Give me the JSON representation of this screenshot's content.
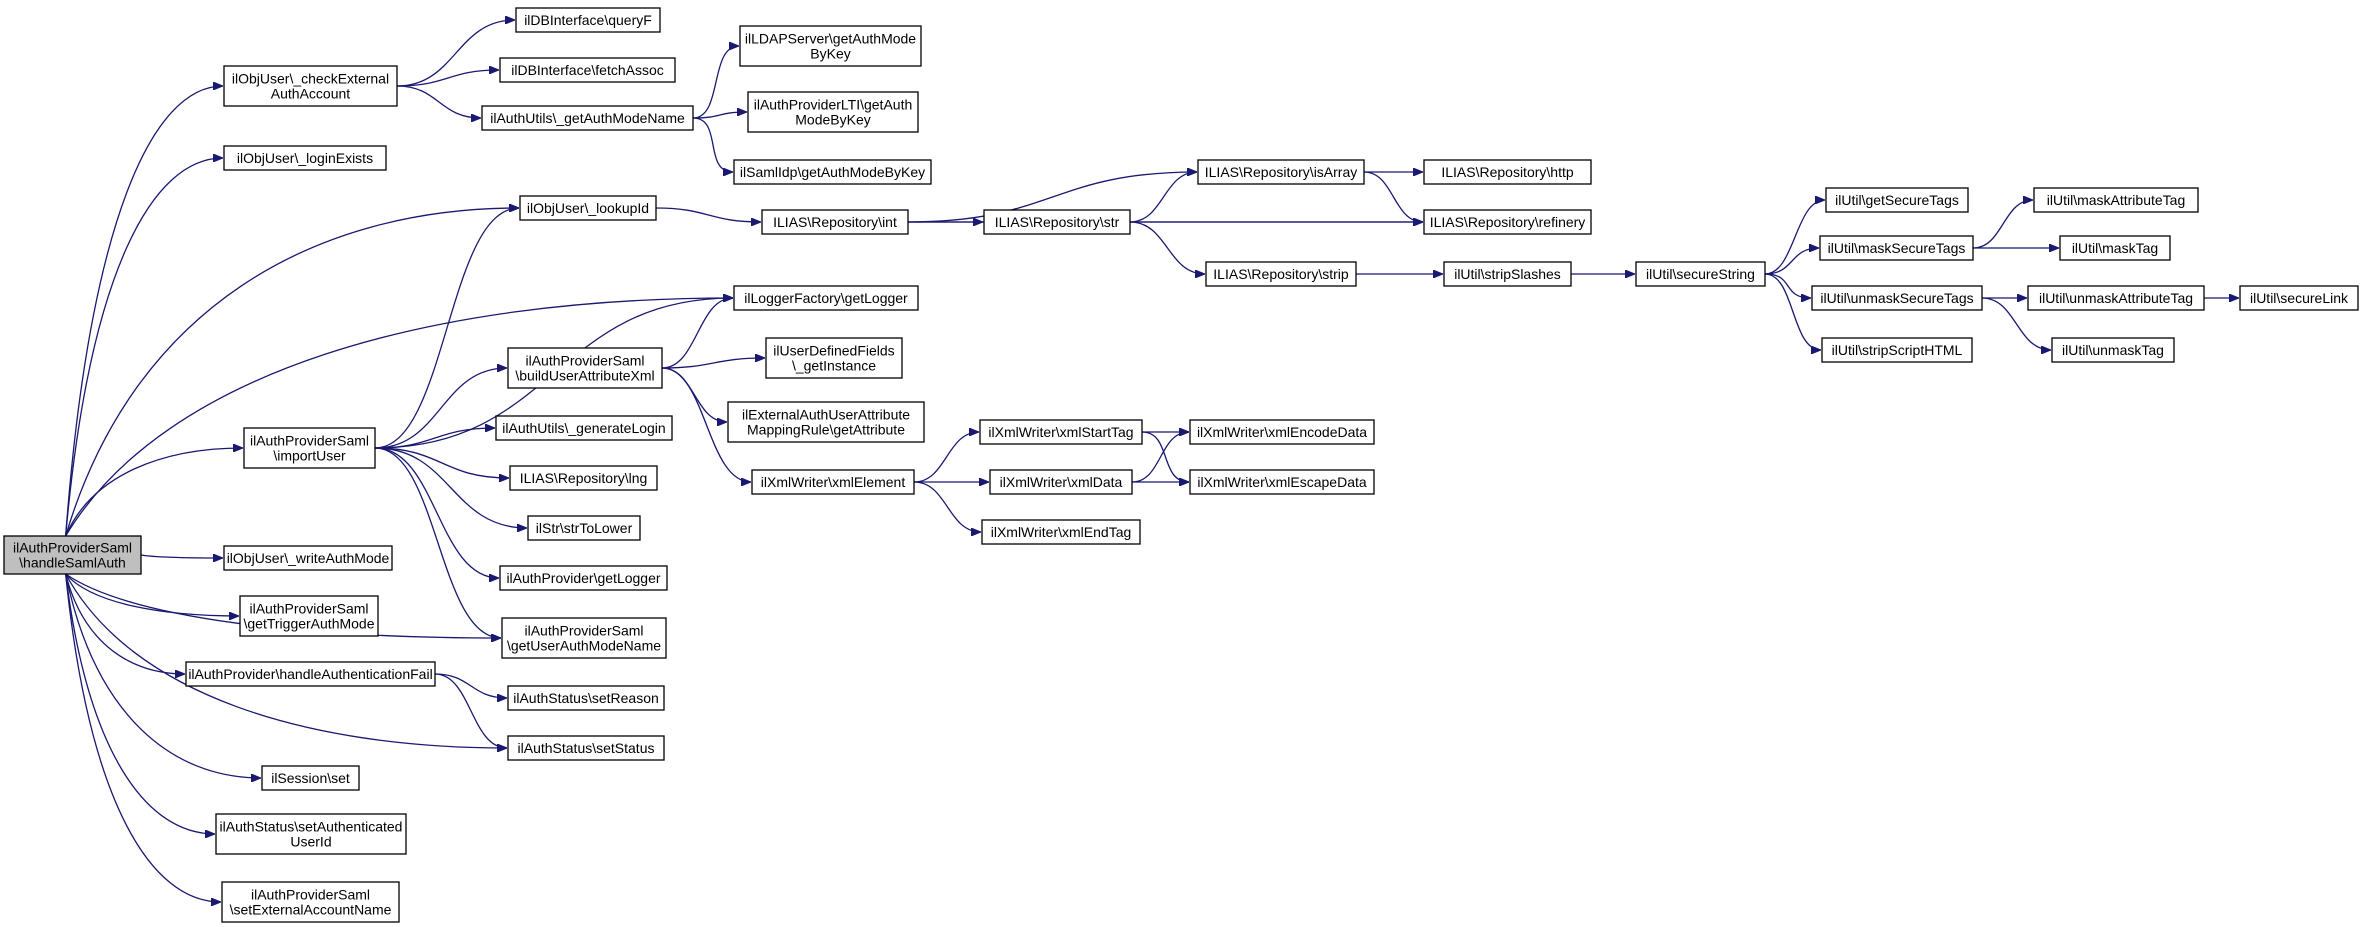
{
  "colors": {
    "edge": "#191970",
    "root_fill": "#bfbfbf",
    "node_fill": "#ffffff",
    "border": "#000000"
  },
  "nodes": {
    "root": [
      "ilAuthProviderSaml",
      "\\handleSamlAuth"
    ],
    "checkExternal": [
      "ilObjUser\\_checkExternal",
      "AuthAccount"
    ],
    "loginExists": [
      "ilObjUser\\_loginExists"
    ],
    "lookupId": [
      "ilObjUser\\_lookupId"
    ],
    "importUser": [
      "ilAuthProviderSaml",
      "\\importUser"
    ],
    "writeAuthMode": [
      "ilObjUser\\_writeAuthMode"
    ],
    "getTriggerAuthMode": [
      "ilAuthProviderSaml",
      "\\getTriggerAuthMode"
    ],
    "handleAuthFail": [
      "ilAuthProvider\\handleAuthenticationFail"
    ],
    "sessionSet": [
      "ilSession\\set"
    ],
    "setAuthUserId": [
      "ilAuthStatus\\setAuthenticated",
      "UserId"
    ],
    "setExtAccountName": [
      "ilAuthProviderSaml",
      "\\setExternalAccountName"
    ],
    "queryF": [
      "ilDBInterface\\queryF"
    ],
    "fetchAssoc": [
      "ilDBInterface\\fetchAssoc"
    ],
    "getAuthModeName": [
      "ilAuthUtils\\_getAuthModeName"
    ],
    "buildUserAttrXml": [
      "ilAuthProviderSaml",
      "\\buildUserAttributeXml"
    ],
    "generateLogin": [
      "ilAuthUtils\\_generateLogin"
    ],
    "repoLng": [
      "ILIAS\\Repository\\lng"
    ],
    "strToLower": [
      "ilStr\\strToLower"
    ],
    "providerGetLogger": [
      "ilAuthProvider\\getLogger"
    ],
    "getUserAuthModeName": [
      "ilAuthProviderSaml",
      "\\getUserAuthModeName"
    ],
    "setReason": [
      "ilAuthStatus\\setReason"
    ],
    "setStatus": [
      "ilAuthStatus\\setStatus"
    ],
    "ldapGetAuthMode": [
      "ilLDAPServer\\getAuthMode",
      "ByKey"
    ],
    "ltiGetAuthMode": [
      "ilAuthProviderLTI\\getAuth",
      "ModeByKey"
    ],
    "samlIdpGetAuthMode": [
      "ilSamlIdp\\getAuthModeByKey"
    ],
    "repoInt": [
      "ILIAS\\Repository\\int"
    ],
    "loggerFactory": [
      "ilLoggerFactory\\getLogger"
    ],
    "udfGetInstance": [
      "ilUserDefinedFields",
      "\\_getInstance"
    ],
    "extAuthRule": [
      "ilExternalAuthUserAttribute",
      "MappingRule\\getAttribute"
    ],
    "xmlElement": [
      "ilXmlWriter\\xmlElement"
    ],
    "repoStr": [
      "ILIAS\\Repository\\str"
    ],
    "repoStrip": [
      "ILIAS\\Repository\\strip"
    ],
    "xmlStartTag": [
      "ilXmlWriter\\xmlStartTag"
    ],
    "xmlData": [
      "ilXmlWriter\\xmlData"
    ],
    "xmlEndTag": [
      "ilXmlWriter\\xmlEndTag"
    ],
    "repoIsArray": [
      "ILIAS\\Repository\\isArray"
    ],
    "repoRefinery": [
      "ILIAS\\Repository\\refinery"
    ],
    "stripSlashes": [
      "ilUtil\\stripSlashes"
    ],
    "xmlEncodeData": [
      "ilXmlWriter\\xmlEncodeData"
    ],
    "xmlEscapeData": [
      "ilXmlWriter\\xmlEscapeData"
    ],
    "repoHttp": [
      "ILIAS\\Repository\\http"
    ],
    "secureString": [
      "ilUtil\\secureString"
    ],
    "getSecureTags": [
      "ilUtil\\getSecureTags"
    ],
    "maskSecureTags": [
      "ilUtil\\maskSecureTags"
    ],
    "unmaskSecureTags": [
      "ilUtil\\unmaskSecureTags"
    ],
    "stripScriptHTML": [
      "ilUtil\\stripScriptHTML"
    ],
    "maskAttributeTag": [
      "ilUtil\\maskAttributeTag"
    ],
    "maskTag": [
      "ilUtil\\maskTag"
    ],
    "unmaskAttributeTag": [
      "ilUtil\\unmaskAttributeTag"
    ],
    "unmaskTag": [
      "ilUtil\\unmaskTag"
    ],
    "secureLink": [
      "ilUtil\\secureLink"
    ]
  },
  "edges": [
    [
      "root",
      "checkExternal"
    ],
    [
      "root",
      "loginExists"
    ],
    [
      "root",
      "lookupId"
    ],
    [
      "root",
      "loggerFactory"
    ],
    [
      "root",
      "importUser"
    ],
    [
      "root",
      "getUserAuthModeName"
    ],
    [
      "root",
      "writeAuthMode"
    ],
    [
      "root",
      "getTriggerAuthMode"
    ],
    [
      "root",
      "handleAuthFail"
    ],
    [
      "root",
      "setStatus"
    ],
    [
      "root",
      "sessionSet"
    ],
    [
      "root",
      "setAuthUserId"
    ],
    [
      "root",
      "setExtAccountName"
    ],
    [
      "checkExternal",
      "queryF"
    ],
    [
      "checkExternal",
      "fetchAssoc"
    ],
    [
      "checkExternal",
      "getAuthModeName"
    ],
    [
      "getAuthModeName",
      "ldapGetAuthMode"
    ],
    [
      "getAuthModeName",
      "ltiGetAuthMode"
    ],
    [
      "getAuthModeName",
      "samlIdpGetAuthMode"
    ],
    [
      "lookupId",
      "repoInt"
    ],
    [
      "repoInt",
      "repoIsArray"
    ],
    [
      "repoInt",
      "repoStr"
    ],
    [
      "repoInt",
      "repoRefinery"
    ],
    [
      "repoStr",
      "repoIsArray"
    ],
    [
      "repoStr",
      "repoRefinery"
    ],
    [
      "repoStr",
      "repoStrip"
    ],
    [
      "repoIsArray",
      "repoHttp"
    ],
    [
      "repoIsArray",
      "repoRefinery"
    ],
    [
      "repoStrip",
      "stripSlashes"
    ],
    [
      "stripSlashes",
      "secureString"
    ],
    [
      "secureString",
      "getSecureTags"
    ],
    [
      "secureString",
      "maskSecureTags"
    ],
    [
      "secureString",
      "unmaskSecureTags"
    ],
    [
      "secureString",
      "stripScriptHTML"
    ],
    [
      "maskSecureTags",
      "maskAttributeTag"
    ],
    [
      "maskSecureTags",
      "maskTag"
    ],
    [
      "unmaskSecureTags",
      "unmaskAttributeTag"
    ],
    [
      "unmaskSecureTags",
      "unmaskTag"
    ],
    [
      "unmaskAttributeTag",
      "secureLink"
    ],
    [
      "importUser",
      "lookupId"
    ],
    [
      "importUser",
      "loggerFactory"
    ],
    [
      "importUser",
      "buildUserAttrXml"
    ],
    [
      "importUser",
      "generateLogin"
    ],
    [
      "importUser",
      "repoLng"
    ],
    [
      "importUser",
      "strToLower"
    ],
    [
      "importUser",
      "providerGetLogger"
    ],
    [
      "importUser",
      "getUserAuthModeName"
    ],
    [
      "buildUserAttrXml",
      "loggerFactory"
    ],
    [
      "buildUserAttrXml",
      "udfGetInstance"
    ],
    [
      "buildUserAttrXml",
      "extAuthRule"
    ],
    [
      "buildUserAttrXml",
      "xmlElement"
    ],
    [
      "xmlElement",
      "xmlStartTag"
    ],
    [
      "xmlElement",
      "xmlData"
    ],
    [
      "xmlElement",
      "xmlEndTag"
    ],
    [
      "xmlStartTag",
      "xmlEncodeData"
    ],
    [
      "xmlStartTag",
      "xmlEscapeData"
    ],
    [
      "xmlData",
      "xmlEncodeData"
    ],
    [
      "xmlData",
      "xmlEscapeData"
    ],
    [
      "handleAuthFail",
      "setReason"
    ],
    [
      "handleAuthFail",
      "setStatus"
    ]
  ]
}
